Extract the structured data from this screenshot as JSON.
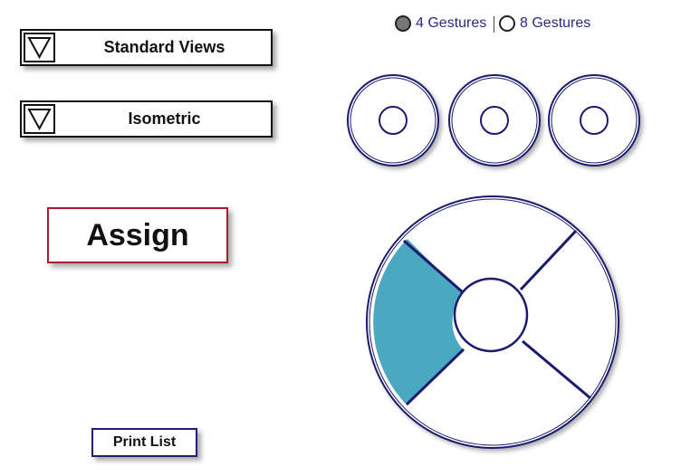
{
  "views": {
    "standard_views_label": "Standard Views",
    "isometric_label": "Isometric"
  },
  "actions": {
    "assign_label": "Assign",
    "print_list_label": "Print List"
  },
  "gestures": {
    "option_4": "4 Gestures",
    "option_8": "8 Gestures",
    "selected": "4 Gestures"
  },
  "colors": {
    "ring_stroke": "#1a1a6e",
    "selected_sector": "#4aa8c0",
    "assign_border": "#a1222a"
  },
  "gesture_wheel": {
    "sectors": 4,
    "selected_sector": "left"
  }
}
